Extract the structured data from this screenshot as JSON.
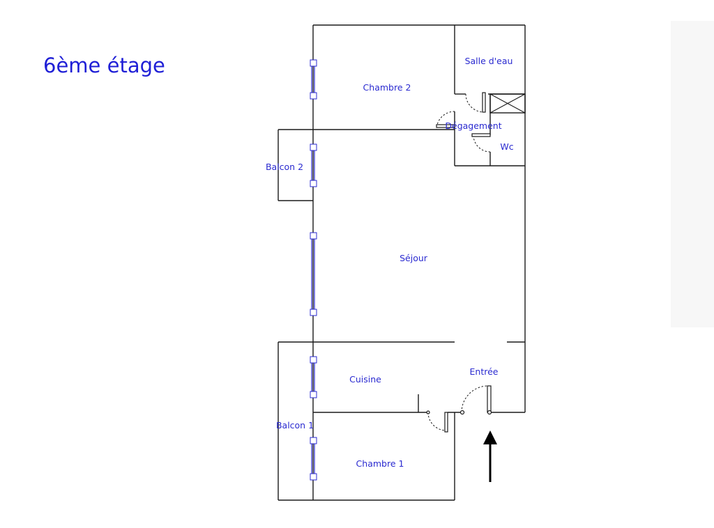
{
  "floor_title": "6ème étage",
  "rooms": {
    "salle_deau": "Salle d'eau",
    "chambre_2": "Chambre 2",
    "degagement": "Dégagement",
    "wc": "Wc",
    "balcon_2": "Balcon 2",
    "sejour": "Séjour",
    "cuisine": "Cuisine",
    "entree": "Entrée",
    "balcon_1": "Balcon 1",
    "chambre_1": "Chambre 1"
  },
  "colors": {
    "label": "#2a2ad0",
    "title": "#1f1fd6",
    "wall": "#1a1a1a"
  },
  "icons": {
    "entry_arrow": "arrow-up-icon"
  }
}
